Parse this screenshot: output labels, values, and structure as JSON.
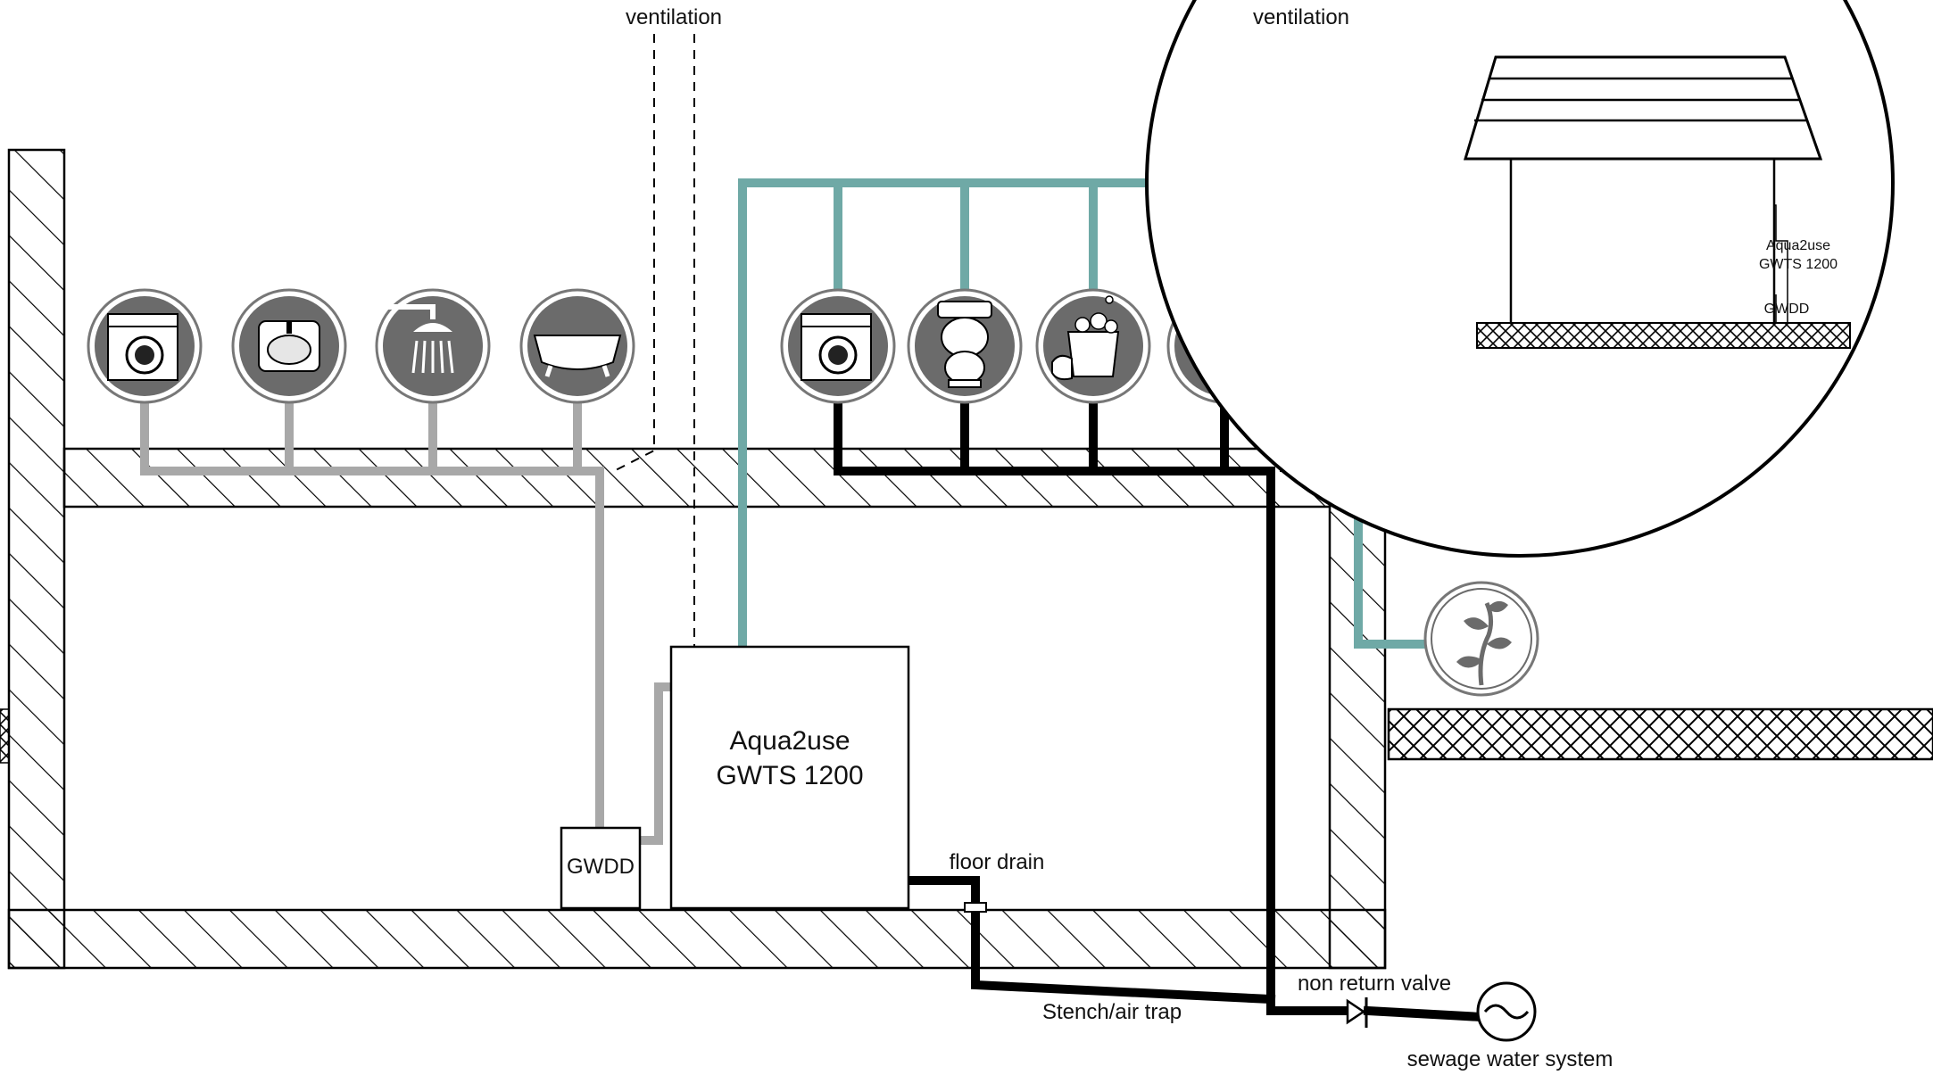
{
  "labels": {
    "ventilation_left": "ventilation",
    "ventilation_right": "ventilation",
    "tank_line1": "Aqua2use",
    "tank_line2": "GWTS 1200",
    "gwdd": "GWDD",
    "floor_drain": "floor drain",
    "stench_trap": "Stench/air trap",
    "non_return_valve": "non return valve",
    "sewage": "sewage water system",
    "inset_line1": "Aqua2use",
    "inset_line2": "GWTS 1200",
    "inset_gwdd": "GWDD"
  },
  "colors": {
    "greywater_pipe": "#a8a8a8",
    "treated_water_pipe": "#6fa9a6",
    "sewage_pipe": "#000000",
    "icon_fill": "#6b6b6b",
    "line": "#000000"
  },
  "icons": {
    "greywater_sources": [
      "washing-machine-icon",
      "sink-icon",
      "shower-icon",
      "bathtub-icon"
    ],
    "reuse_points": [
      "washing-machine-icon",
      "toilet-icon",
      "cleaning-bucket-icon",
      "hydrant-icon"
    ],
    "garden": "plant-icon",
    "sewer": "sewage-icon",
    "inset": "house-inset-icon"
  }
}
